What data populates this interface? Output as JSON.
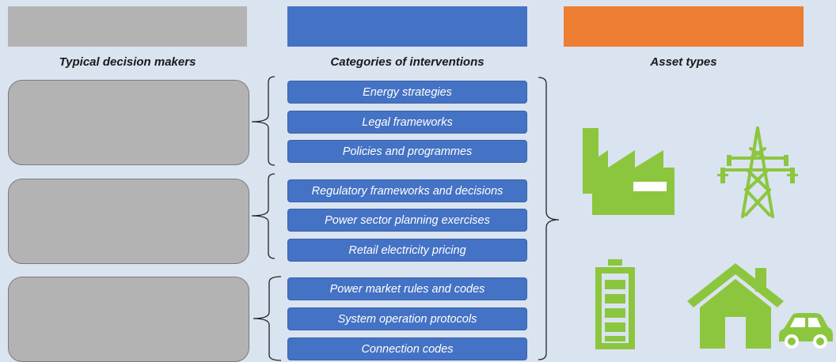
{
  "columns": {
    "decision_makers": {
      "title": "Typical decision makers",
      "color": "#b3b3b3"
    },
    "interventions": {
      "title": "Categories of interventions",
      "color": "#4472c4"
    },
    "assets": {
      "title": "Asset types",
      "color": "#ed7d31"
    }
  },
  "interventions": [
    "Energy strategies",
    "Legal frameworks",
    "Policies and programmes",
    "Regulatory frameworks  and decisions",
    "Power  sector planning exercises",
    "Retail electricity pricing",
    "Power  market rules and codes",
    "System operation protocols",
    "Connection codes"
  ],
  "asset_icons": [
    "factory-icon",
    "transmission-tower-icon",
    "battery-icon",
    "house-icon",
    "electric-car-icon"
  ],
  "icon_color": "#8cc63f"
}
